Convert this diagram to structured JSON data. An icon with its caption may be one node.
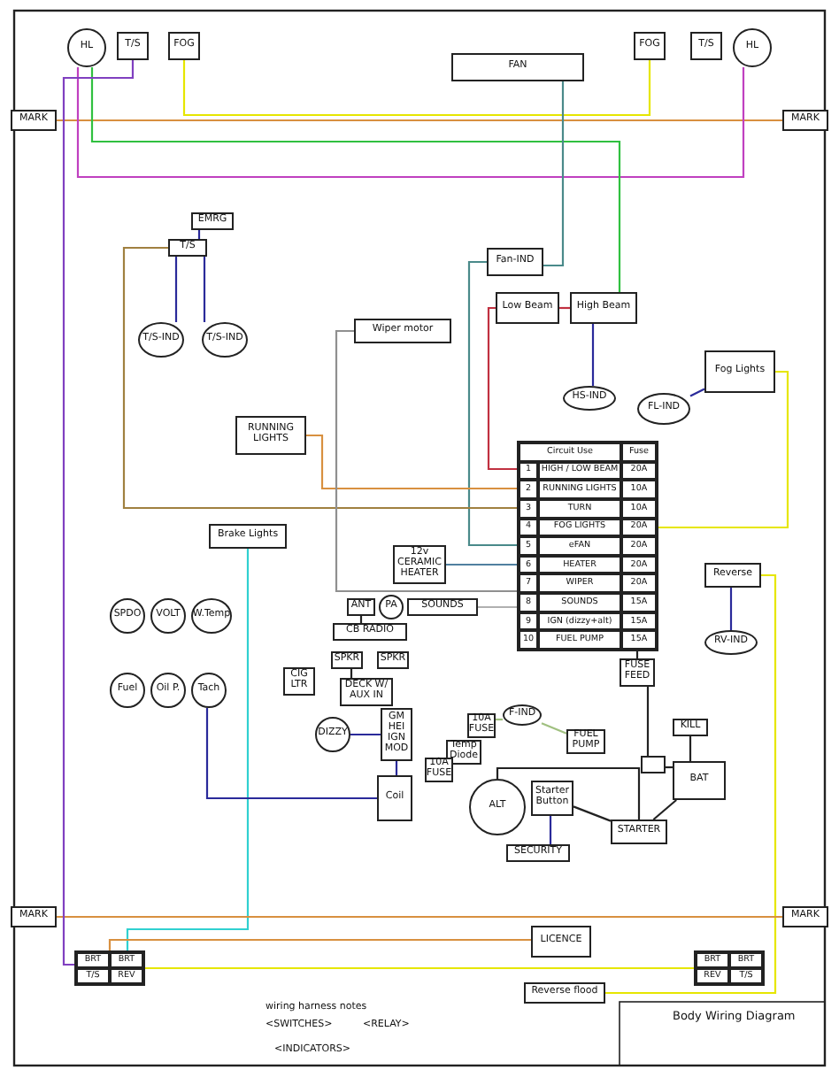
{
  "diagram": {
    "title": "Body Wiring Diagram",
    "nodes": [
      {
        "text": [
          "HL"
        ]
      },
      {
        "text": [
          "T/S"
        ]
      },
      {
        "text": [
          "FOG"
        ]
      },
      {
        "text": [
          "FAN"
        ]
      },
      {
        "text": [
          "FOG"
        ]
      },
      {
        "text": [
          "T/S"
        ]
      },
      {
        "text": [
          "HL"
        ]
      },
      {
        "text": [
          "MARK"
        ]
      },
      {
        "text": [
          "MARK"
        ]
      },
      {
        "text": [
          "EMRG"
        ]
      },
      {
        "text": [
          "T/S"
        ]
      },
      {
        "text": [
          "T/S-IND"
        ]
      },
      {
        "text": [
          "T/S-IND"
        ]
      },
      {
        "text": [
          "Wiper motor"
        ]
      },
      {
        "text": [
          "Fan-IND"
        ]
      },
      {
        "text": [
          "Low Beam"
        ]
      },
      {
        "text": [
          "High Beam"
        ]
      },
      {
        "text": [
          "HS-IND"
        ]
      },
      {
        "text": [
          "Fog Lights"
        ]
      },
      {
        "text": [
          "FL-IND"
        ]
      },
      {
        "text": [
          "RUNNING LIGHTS"
        ]
      },
      {
        "text": [
          "Brake Lights"
        ]
      },
      {
        "text": [
          "Circuit Use",
          "Fuse",
          "1",
          "HIGH / LOW BEAM",
          "20A",
          "2",
          "RUNNING LIGHTS",
          "10A",
          "3",
          "TURN",
          "10A",
          "4",
          "FOG LIGHTS",
          "20A",
          "5",
          "eFAN",
          "20A",
          "6",
          "HEATER",
          "20A",
          "7",
          "WIPER",
          "20A",
          "8",
          "SOUNDS",
          "15A",
          "9",
          "IGN (dizzy+alt)",
          "15A",
          "10",
          "FUEL PUMP",
          "15A"
        ]
      },
      {
        "text": [
          "12v CERAMIC HEATER"
        ]
      },
      {
        "text": [
          "SOUNDS"
        ]
      },
      {
        "text": [
          "Reverse"
        ]
      },
      {
        "text": [
          "RV-IND"
        ]
      },
      {
        "text": [
          "SPDO"
        ]
      },
      {
        "text": [
          "VOLT"
        ]
      },
      {
        "text": [
          "W.Temp"
        ]
      },
      {
        "text": [
          "Fuel"
        ]
      },
      {
        "text": [
          "Oil P."
        ]
      },
      {
        "text": [
          "Tach"
        ]
      },
      {
        "text": [
          "ANT"
        ]
      },
      {
        "text": [
          "PA"
        ]
      },
      {
        "text": [
          "CB RADIO"
        ]
      },
      {
        "text": [
          "SPKR"
        ]
      },
      {
        "text": [
          "SPKR"
        ]
      },
      {
        "text": [
          "CIG LTR"
        ]
      },
      {
        "text": [
          "DECK W/ AUX IN"
        ]
      },
      {
        "text": [
          "DIZZY"
        ]
      },
      {
        "text": [
          "GM HEI IGN MOD"
        ]
      },
      {
        "text": [
          "Coil"
        ]
      },
      {
        "text": [
          "10A FUSE"
        ]
      },
      {
        "text": [
          "F-IND"
        ]
      },
      {
        "text": [
          "FUEL PUMP"
        ]
      },
      {
        "text": [
          "Temp Diode"
        ]
      },
      {
        "text": [
          "10A FUSE"
        ]
      },
      {
        "text": [
          "ALT"
        ]
      },
      {
        "text": [
          "Starter Button"
        ]
      },
      {
        "text": [
          "SECURITY"
        ]
      },
      {
        "text": [
          "STARTER"
        ]
      },
      {
        "text": [
          "FUSE FEED"
        ]
      },
      {
        "text": [
          "KILL"
        ]
      },
      {
        "text": [
          "BAT"
        ]
      },
      {
        "text": [],
        "shape": "box"
      },
      {
        "text": [
          "MARK"
        ]
      },
      {
        "text": [
          "MARK"
        ]
      },
      {
        "text": [
          "BRT",
          "BRT",
          "T/S",
          "REV"
        ]
      },
      {
        "text": [
          "BRT",
          "BRT",
          "REV",
          "T/S"
        ]
      },
      {
        "text": [
          "LICENCE"
        ]
      },
      {
        "text": [
          "Reverse flood"
        ]
      }
    ],
    "edges": [
      {
        "from": 2,
        "to": 4,
        "arrow": "none",
        "color": "#e6e600"
      },
      {
        "from": 7,
        "to": 8,
        "arrow": "none",
        "color": "#d89040"
      },
      {
        "from": 0,
        "to": 6,
        "arrow": "none",
        "color": "#c040c0"
      },
      {
        "from": 0,
        "to": 16,
        "arrow": "none",
        "color": "#30c040"
      },
      {
        "from": 3,
        "to": 14,
        "arrow": "none",
        "color": "#4a8a8a"
      },
      {
        "from": 14,
        "to": 22,
        "arrow": "none",
        "color": "#4a8a8a"
      },
      {
        "from": 15,
        "to": 22,
        "arrow": "none",
        "color": "#c03040"
      },
      {
        "from": 18,
        "to": 22,
        "arrow": "none",
        "color": "#e6e600"
      },
      {
        "from": 20,
        "to": 22,
        "arrow": "none",
        "color": "#d89040"
      },
      {
        "from": 10,
        "to": 22,
        "arrow": "none",
        "color": "#a08040"
      },
      {
        "from": 13,
        "to": 22,
        "arrow": "none",
        "color": "#909090"
      },
      {
        "from": 23,
        "to": 22,
        "arrow": "none",
        "color": "#5080a0"
      },
      {
        "from": 24,
        "to": 22,
        "arrow": "none",
        "color": "#b0b0b0"
      },
      {
        "from": 21,
        "to": 58,
        "arrow": "none",
        "color": "#30d0d0"
      },
      {
        "from": 25,
        "to": 61,
        "arrow": "none",
        "color": "#e6e600"
      },
      {
        "from": 58,
        "to": 59,
        "arrow": "none",
        "color": "#e6e600"
      },
      {
        "from": 56,
        "to": 57,
        "arrow": "none",
        "color": "#d89040"
      },
      {
        "from": 58,
        "to": 60,
        "arrow": "none",
        "color": "#d89040"
      },
      {
        "from": 1,
        "to": 58,
        "arrow": "none",
        "color": "#8040c0"
      },
      {
        "from": 35,
        "to": 33,
        "arrow": "none",
        "color": "#222222"
      },
      {
        "from": 39,
        "to": 36,
        "arrow": "none",
        "color": "#222222"
      },
      {
        "from": 40,
        "to": 41,
        "arrow": "none",
        "color": "#2a2a9a"
      },
      {
        "from": 41,
        "to": 42,
        "arrow": "none",
        "color": "#2a2a9a"
      },
      {
        "from": 42,
        "to": 32,
        "arrow": "none",
        "color": "#2a2a9a"
      },
      {
        "from": 52,
        "to": 22,
        "arrow": "none",
        "color": "#222222"
      },
      {
        "from": 55,
        "to": 54,
        "arrow": "none",
        "color": "#222222"
      },
      {
        "from": 53,
        "to": 54,
        "arrow": "none",
        "color": "#222222"
      },
      {
        "from": 51,
        "to": 48,
        "arrow": "none",
        "color": "#222222"
      },
      {
        "from": 49,
        "to": 50,
        "arrow": "none",
        "color": "#2a2a9a"
      },
      {
        "from": 43,
        "to": 44,
        "arrow": "none",
        "color": "#a0c080"
      },
      {
        "from": 44,
        "to": 45,
        "arrow": "none",
        "color": "#a0c080"
      },
      {
        "from": 15,
        "to": 16,
        "arrow": "none",
        "color": "#c03040"
      },
      {
        "from": 9,
        "to": 10,
        "arrow": "none",
        "color": "#2a2a9a"
      },
      {
        "from": 10,
        "to": 11,
        "arrow": "none",
        "color": "#2a2a9a"
      },
      {
        "from": 10,
        "to": 12,
        "arrow": "none",
        "color": "#2a2a9a"
      },
      {
        "from": 18,
        "to": 19,
        "arrow": "none",
        "color": "#2a2a9a"
      },
      {
        "from": 25,
        "to": 26,
        "arrow": "none",
        "color": "#2a2a9a"
      },
      {
        "from": 16,
        "to": 17,
        "arrow": "none",
        "color": "#2a2a9a"
      },
      {
        "from": 49,
        "to": 51,
        "arrow": "none",
        "color": "#222222"
      },
      {
        "from": 54,
        "to": 51,
        "arrow": "none",
        "color": "#222222"
      },
      {
        "from": 55,
        "to": 52,
        "arrow": "none",
        "color": "#222222"
      }
    ],
    "labels": [
      "wiring harness notes",
      "<SWITCHES>",
      "<RELAY>",
      "<INDICATORS>"
    ]
  }
}
